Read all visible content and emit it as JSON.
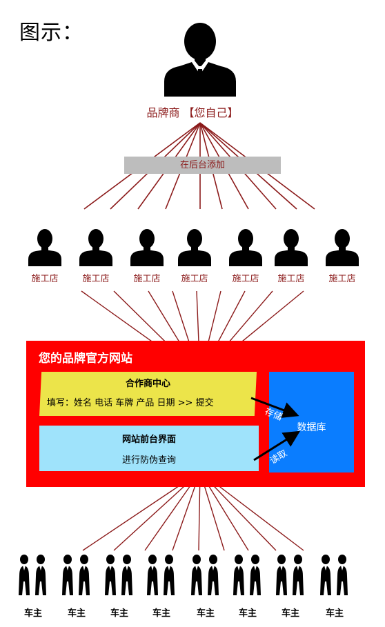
{
  "title": "图示：",
  "brand": {
    "label": "品牌商 【您自己】"
  },
  "backend": {
    "label": "在后台添加"
  },
  "shops": [
    {
      "label": "施工店"
    },
    {
      "label": "施工店"
    },
    {
      "label": "施工店"
    },
    {
      "label": "施工店"
    },
    {
      "label": "施工店"
    },
    {
      "label": "施工店"
    },
    {
      "label": "施工店"
    }
  ],
  "website": {
    "title": "您的品牌官方网站",
    "partner": {
      "title": "合作商中心",
      "text": "填写：姓名  电话  车牌  产品     日期  >>  提交"
    },
    "front": {
      "title": "网站前台界面",
      "text": "进行防伪查询"
    },
    "database": {
      "label": "数据库"
    },
    "store_label": "存储",
    "read_label": "读取"
  },
  "owners": [
    {
      "label": "车主"
    },
    {
      "label": "车主"
    },
    {
      "label": "车主"
    },
    {
      "label": "车主"
    },
    {
      "label": "车主"
    },
    {
      "label": "车主"
    },
    {
      "label": "车主"
    },
    {
      "label": "车主"
    }
  ],
  "colors": {
    "line": "#8b1a1a",
    "website_bg": "#ff0000",
    "partner_bg": "#ece44a",
    "front_bg": "#9fe3fb",
    "database_bg": "#0a7dff",
    "backend_bg": "#bdbdbd"
  }
}
